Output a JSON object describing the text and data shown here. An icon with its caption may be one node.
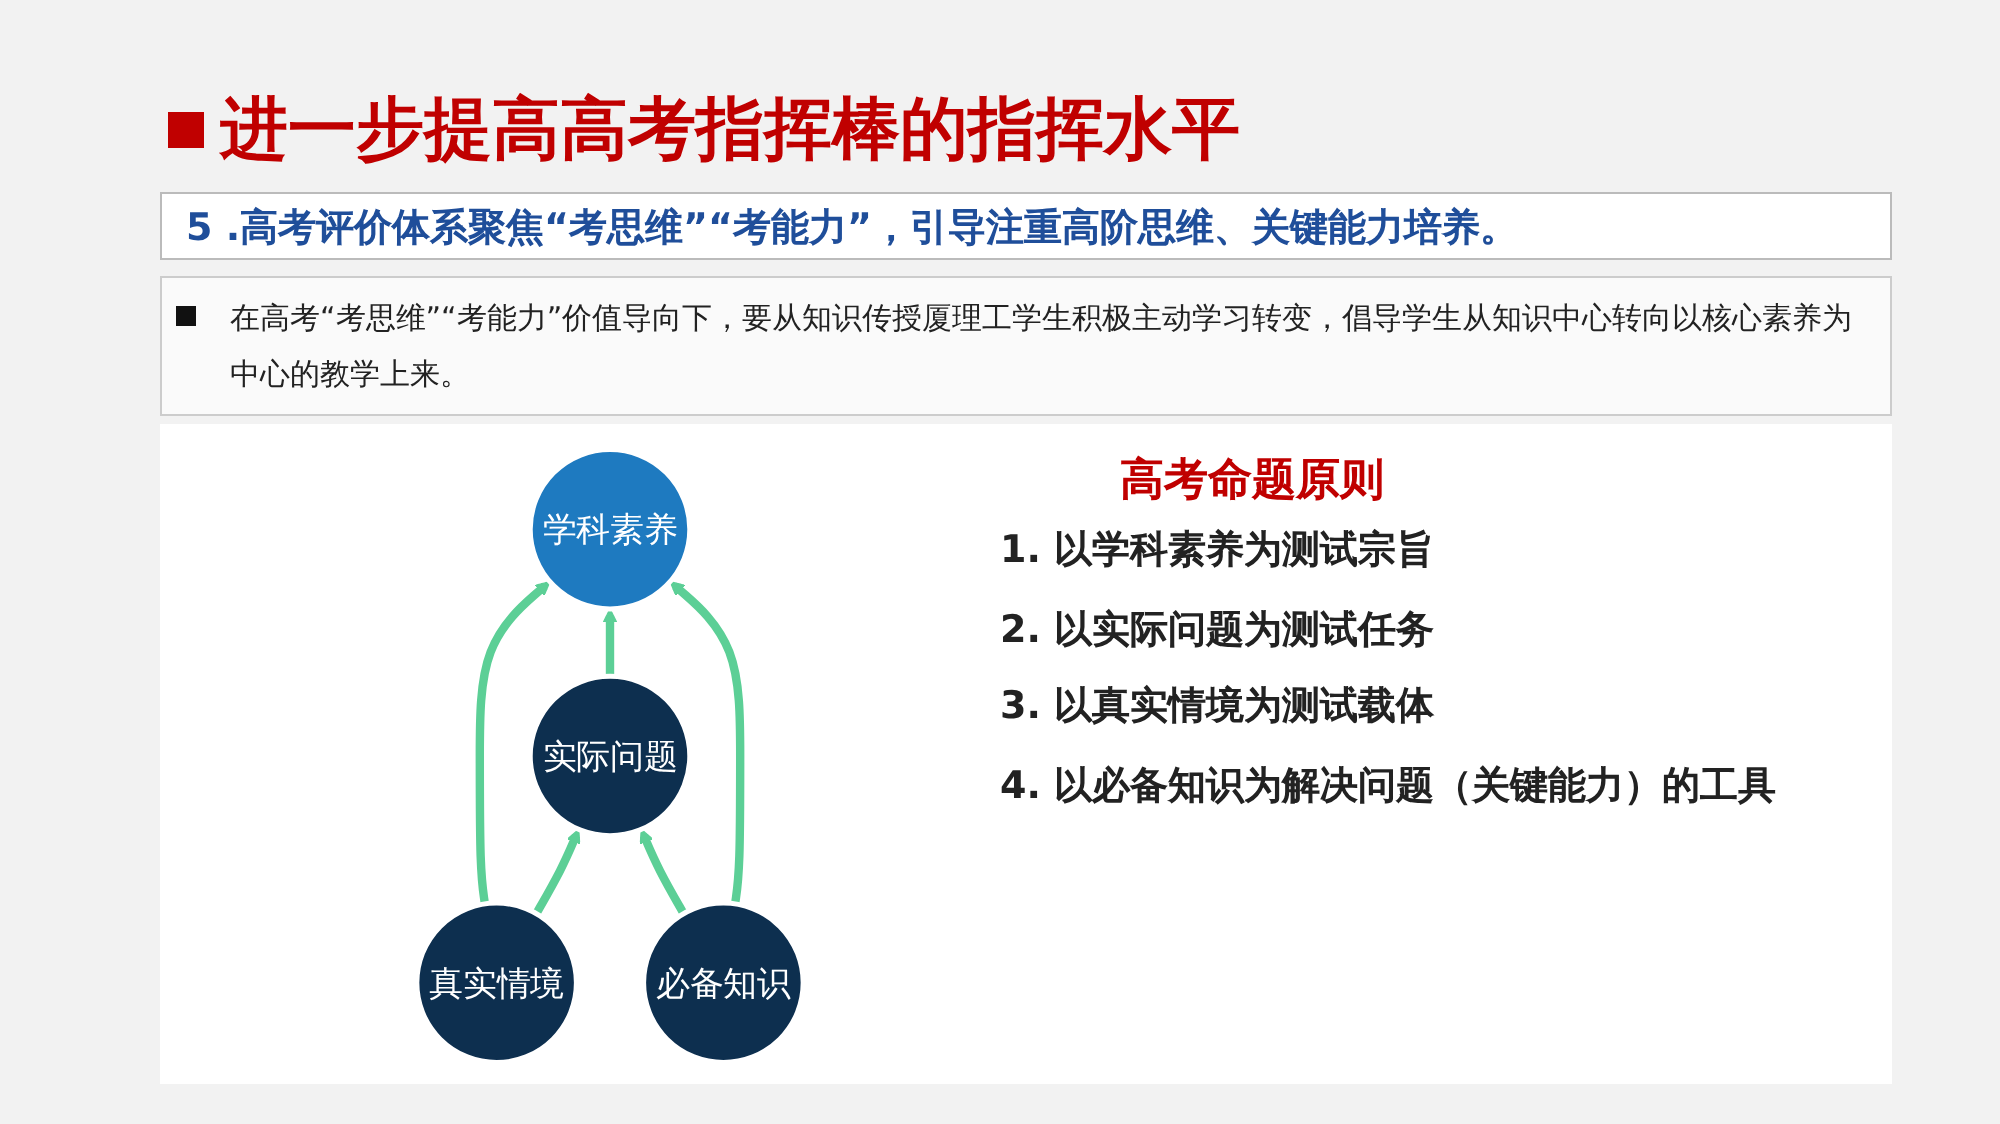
{
  "diagram": {
    "title": "进一步提高高考指挥棒的指挥水平",
    "nodes": [
      {
        "text": [
          "学科素养"
        ]
      },
      {
        "text": [
          "真实情境"
        ]
      },
      {
        "text": [
          "实际问题"
        ]
      },
      {
        "text": [
          "必备知识"
        ]
      }
    ],
    "edges": [
      {
        "from": 1,
        "to": 0,
        "arrow": "to"
      },
      {
        "from": 2,
        "to": 0,
        "arrow": "to"
      },
      {
        "from": 3,
        "to": 0,
        "arrow": "to"
      },
      {
        "from": 1,
        "to": 2,
        "arrow": "to"
      },
      {
        "from": 3,
        "to": 2,
        "arrow": "to"
      }
    ],
    "labels": [
      "5 .高考评价体系聚焦“考思维”“考能力”，引导注重高阶思维、关键能力培养。",
      "在高考“考思维”“考能力”价值导向下，要从知识传授厦理工学生积极主动学习转变，倡导学生从知识中心转向以核心素养为中心的教学上来。",
      "高考命题原则",
      "1. 以学科素养为测试宗旨",
      "2. 以实际问题为测试任务",
      "3. 以真实情境为测试载体",
      "4. 以必备知识为解决问题（关键能力）的工具"
    ]
  }
}
